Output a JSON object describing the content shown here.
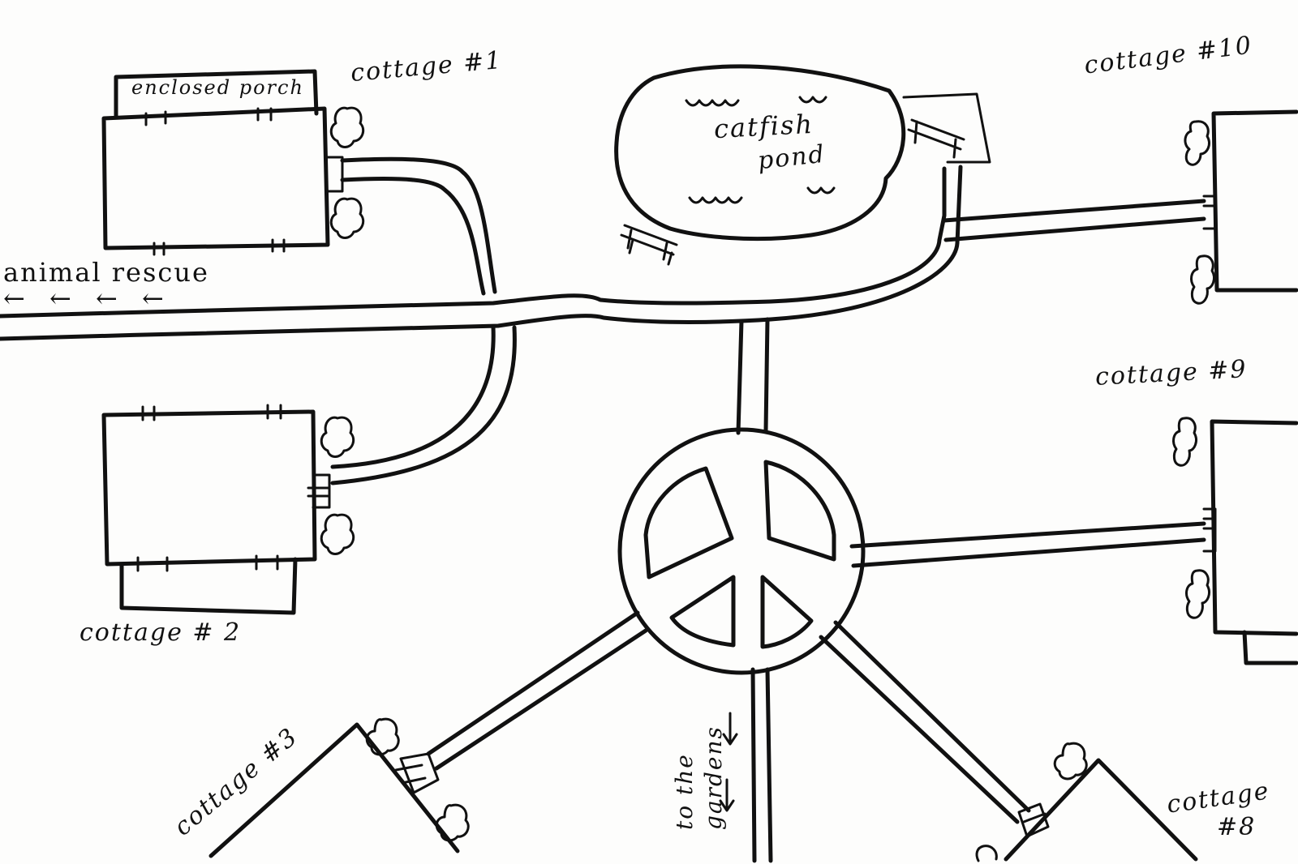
{
  "labels": {
    "enclosed_porch": "enclosed porch",
    "cottage_1": "cottage #1",
    "cottage_2": "cottage # 2",
    "cottage_3": "cottage #3",
    "cottage_8_line1": "cottage",
    "cottage_8_line2": "#8",
    "cottage_9": "cottage #9",
    "cottage_10": "cottage #10",
    "pond_line1": "catfish",
    "pond_line2": "pond",
    "animal_rescue": "animal rescue",
    "animal_rescue_arrows": "←  ←  ←  ←",
    "gardens_line1": "to the",
    "gardens_line2": "gardens"
  },
  "colors": {
    "ink": "#111111",
    "paper": "#fdfdfc"
  }
}
